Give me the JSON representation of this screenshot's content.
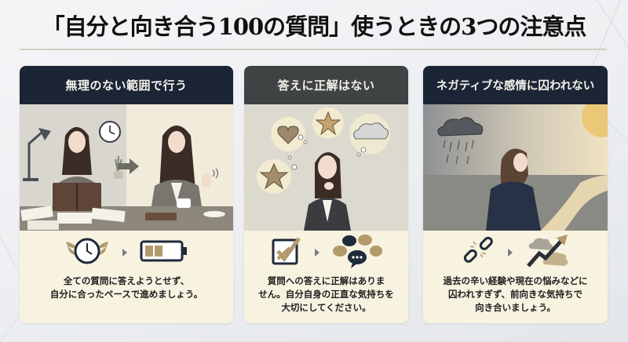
{
  "title": "「自分と向き合う100の質問」使うときの3つの注意点",
  "colors": {
    "header_navy": "#1b2536",
    "header_charcoal": "#404344",
    "card_cream": "#f7f3e0",
    "accent_gold": "#b39a6c",
    "icon_navy": "#1f2a3a"
  },
  "cards": [
    {
      "heading": "無理のない範囲で行う",
      "image_desc": "Stressed woman reading many books at night, arrow to relaxed woman with coffee waving off",
      "icons": [
        "winged-clock-icon",
        "arrow-right-icon",
        "half-battery-icon"
      ],
      "text": "全ての質問に答えようとせず、\n自分に合ったペースで進めましょう。"
    },
    {
      "heading": "答えに正解はない",
      "image_desc": "Thoughtful woman with thought bubbles of heart, stars and cloud",
      "icons": [
        "checkbox-icon",
        "arrow-right-icon",
        "speech-bubbles-icon"
      ],
      "text": "質問への答えに正解はありま\nせん。自分自身の正直な気持ちを\n大切にしてください。"
    },
    {
      "heading": "ネガティブな感情に囚われない",
      "image_desc": "Woman turning from rain cloud toward bright sun and path",
      "icons": [
        "broken-chain-icon",
        "arrow-right-icon",
        "rising-arrow-icon"
      ],
      "text": "過去の辛い経験や現在の悩みなどに\n囚われすぎず、前向きな気持ちで\n向き合いましょう。"
    }
  ]
}
